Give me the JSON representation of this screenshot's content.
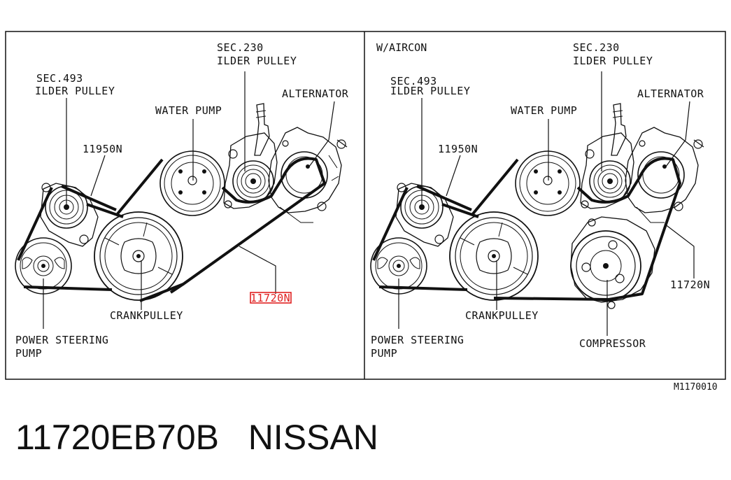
{
  "panels": [
    {
      "title": "",
      "labels": {
        "sec230": "SEC.230",
        "ilder_pulley_top": "ILDER PULLEY",
        "sec493": "SEC.493",
        "ilder_pulley_left": "ILDER PULLEY",
        "water_pump": "WATER PUMP",
        "alternator": "ALTERNATOR",
        "part_11950n": "11950N",
        "part_11720n": "11720N",
        "crankpulley": "CRANKPULLEY",
        "power_steering": "POWER STEERING",
        "pump": "PUMP"
      }
    },
    {
      "title": "W/AIRCON",
      "labels": {
        "sec230": "SEC.230",
        "ilder_pulley_top": "ILDER PULLEY",
        "sec493": "SEC.493",
        "ilder_pulley_left": "ILDER PULLEY",
        "water_pump": "WATER PUMP",
        "alternator": "ALTERNATOR",
        "part_11950n": "11950N",
        "part_11720n": "11720N",
        "crankpulley": "CRANKPULLEY",
        "power_steering": "POWER STEERING",
        "pump": "PUMP",
        "compressor": "COMPRESSOR"
      }
    }
  ],
  "figure_ref": "M1170010",
  "part_number": "11720EB70B",
  "brand": "NISSAN",
  "highlight_color": "#e02020"
}
